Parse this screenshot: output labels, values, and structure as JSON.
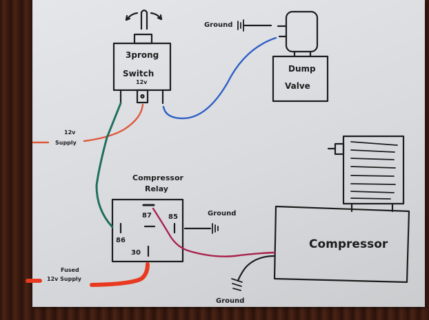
{
  "diagram": {
    "title": "Compressor wiring diagram (hand-drawn)",
    "components": {
      "switch": {
        "line1": "3prong",
        "line2": "Switch",
        "line3": "12v"
      },
      "dump_valve": {
        "line1": "Dump",
        "line2": "Valve"
      },
      "relay": {
        "title_line1": "Compressor",
        "title_line2": "Relay",
        "pin_87": "87",
        "pin_85": "85",
        "pin_86": "86",
        "pin_30": "30"
      },
      "compressor": {
        "label": "Compressor"
      }
    },
    "labels": {
      "supply_12v_line1": "12v",
      "supply_12v_line2": "Supply",
      "fused_line1": "Fused",
      "fused_line2": "12v Supply",
      "ground_dump": "Ground",
      "ground_relay": "Ground",
      "ground_compressor": "Ground"
    },
    "wire_colors": {
      "supply_12v": "#e0573a",
      "switch_to_relay": "#1f6e5e",
      "switch_to_dump": "#2f5fc4",
      "relay_to_compressor": "#a8204a",
      "fused_supply": "#e83a20",
      "ground": "#222222"
    }
  }
}
